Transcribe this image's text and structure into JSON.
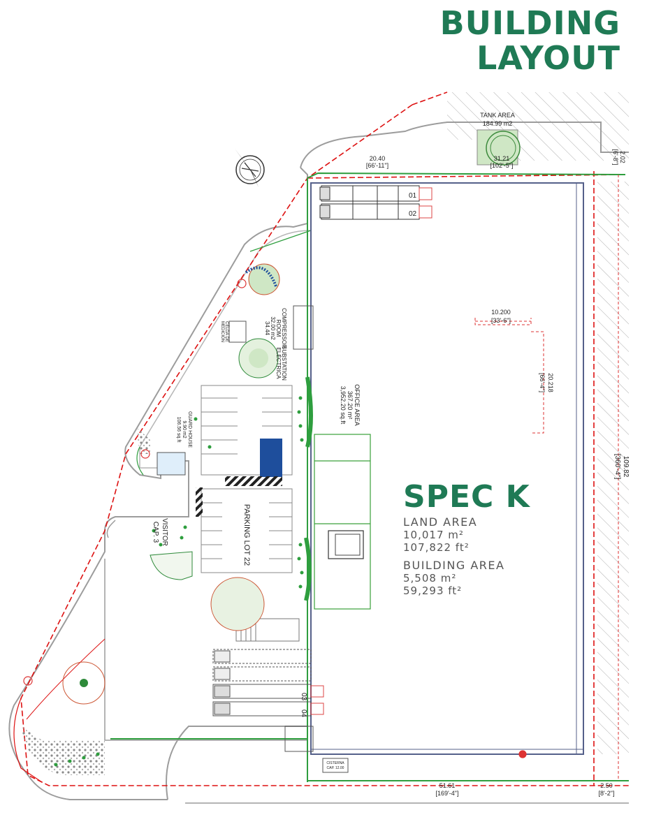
{
  "header": {
    "line1": "BUILDING",
    "line2": "LAYOUT"
  },
  "spec": {
    "title": "SPEC K",
    "land_area_label": "LAND AREA",
    "land_area_m2": "10,017 m²",
    "land_area_ft2": "107,822 ft²",
    "building_area_label": "BUILDING AREA",
    "building_area_m2": "5,508 m²",
    "building_area_ft2": "59,293 ft²"
  },
  "labels": {
    "tank_area": "TANK AREA",
    "tank_area_size": "184.99 m2",
    "dim_top_left": "20.40",
    "dim_top_left_ft": "[66'-11\"]",
    "dim_tank": "31.21",
    "dim_tank_ft": "[102'-5\"]",
    "dim_right_top": "2.02",
    "dim_right_top_ft": "[6'-8\"]",
    "dock_01": "01",
    "dock_02": "02",
    "dock_03": "03",
    "dock_04": "04",
    "dim_bay_w": "10.200",
    "dim_bay_w_ft": "[33'-6\"]",
    "dim_bay_h": "20.218",
    "dim_bay_h_ft": "[66'-4\"]",
    "dim_right_side": "109.82",
    "dim_right_side_ft": "[360'-4\"]",
    "compressor": "COMPRESSOR",
    "compressor_room": "ROOM",
    "compressor_size": "32.00 m2",
    "compressor_size2": "34.44",
    "substation": "SUBSTATION",
    "substation_sub": "ELÉCTRICA",
    "celda": "CELDA DE",
    "celda2": "MEDICIÓN",
    "office_area": "OFFICE AREA",
    "office_area_m2": "367.20 m²",
    "office_area_ft": "3,952.20 sq.ft",
    "guard_house": "GUARD HOUSE",
    "guard_house_m2": "9.90 m2",
    "guard_house_ft": "106.56 sq.ft",
    "parking_lot": "PARKING LOT 22",
    "visitor": "VISITOR",
    "visitor_cap": "CAP. 3",
    "dim_bottom": "51.61",
    "dim_bottom_ft": "[169'-4\"]",
    "dim_bottom_right": "2.50",
    "dim_bottom_right_ft": "[8'-2\"]",
    "cisterna": "CISTERNA",
    "cisterna_cap": "CAP. 12.00"
  }
}
